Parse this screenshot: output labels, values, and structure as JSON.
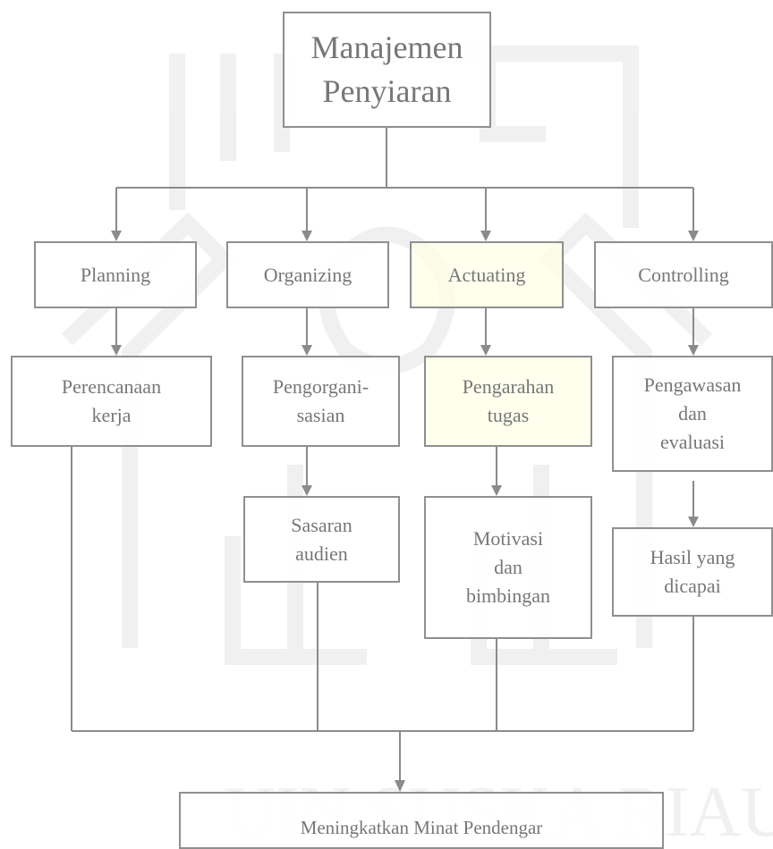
{
  "diagram": {
    "root": "Manajemen\nPenyiaran",
    "functions": [
      "Planning",
      "Organizing",
      "Actuating",
      "Controlling"
    ],
    "outcomes": [
      "Perencanaan\nkerja",
      "Pengorgani-\nsasian",
      "Pengarahan\ntugas",
      "Pengawasan\ndan\nevaluasi"
    ],
    "details": [
      "Sasaran\naudien",
      "Motivasi\ndan\nbimbingan",
      "Hasil yang\ndicapai"
    ],
    "result": "Meningkatkan Minat Pendengar"
  },
  "colors": {
    "line": "#8b8b8b",
    "border": "#8f8f8f",
    "text": "#777777",
    "watermark": "#e8e8e8"
  }
}
